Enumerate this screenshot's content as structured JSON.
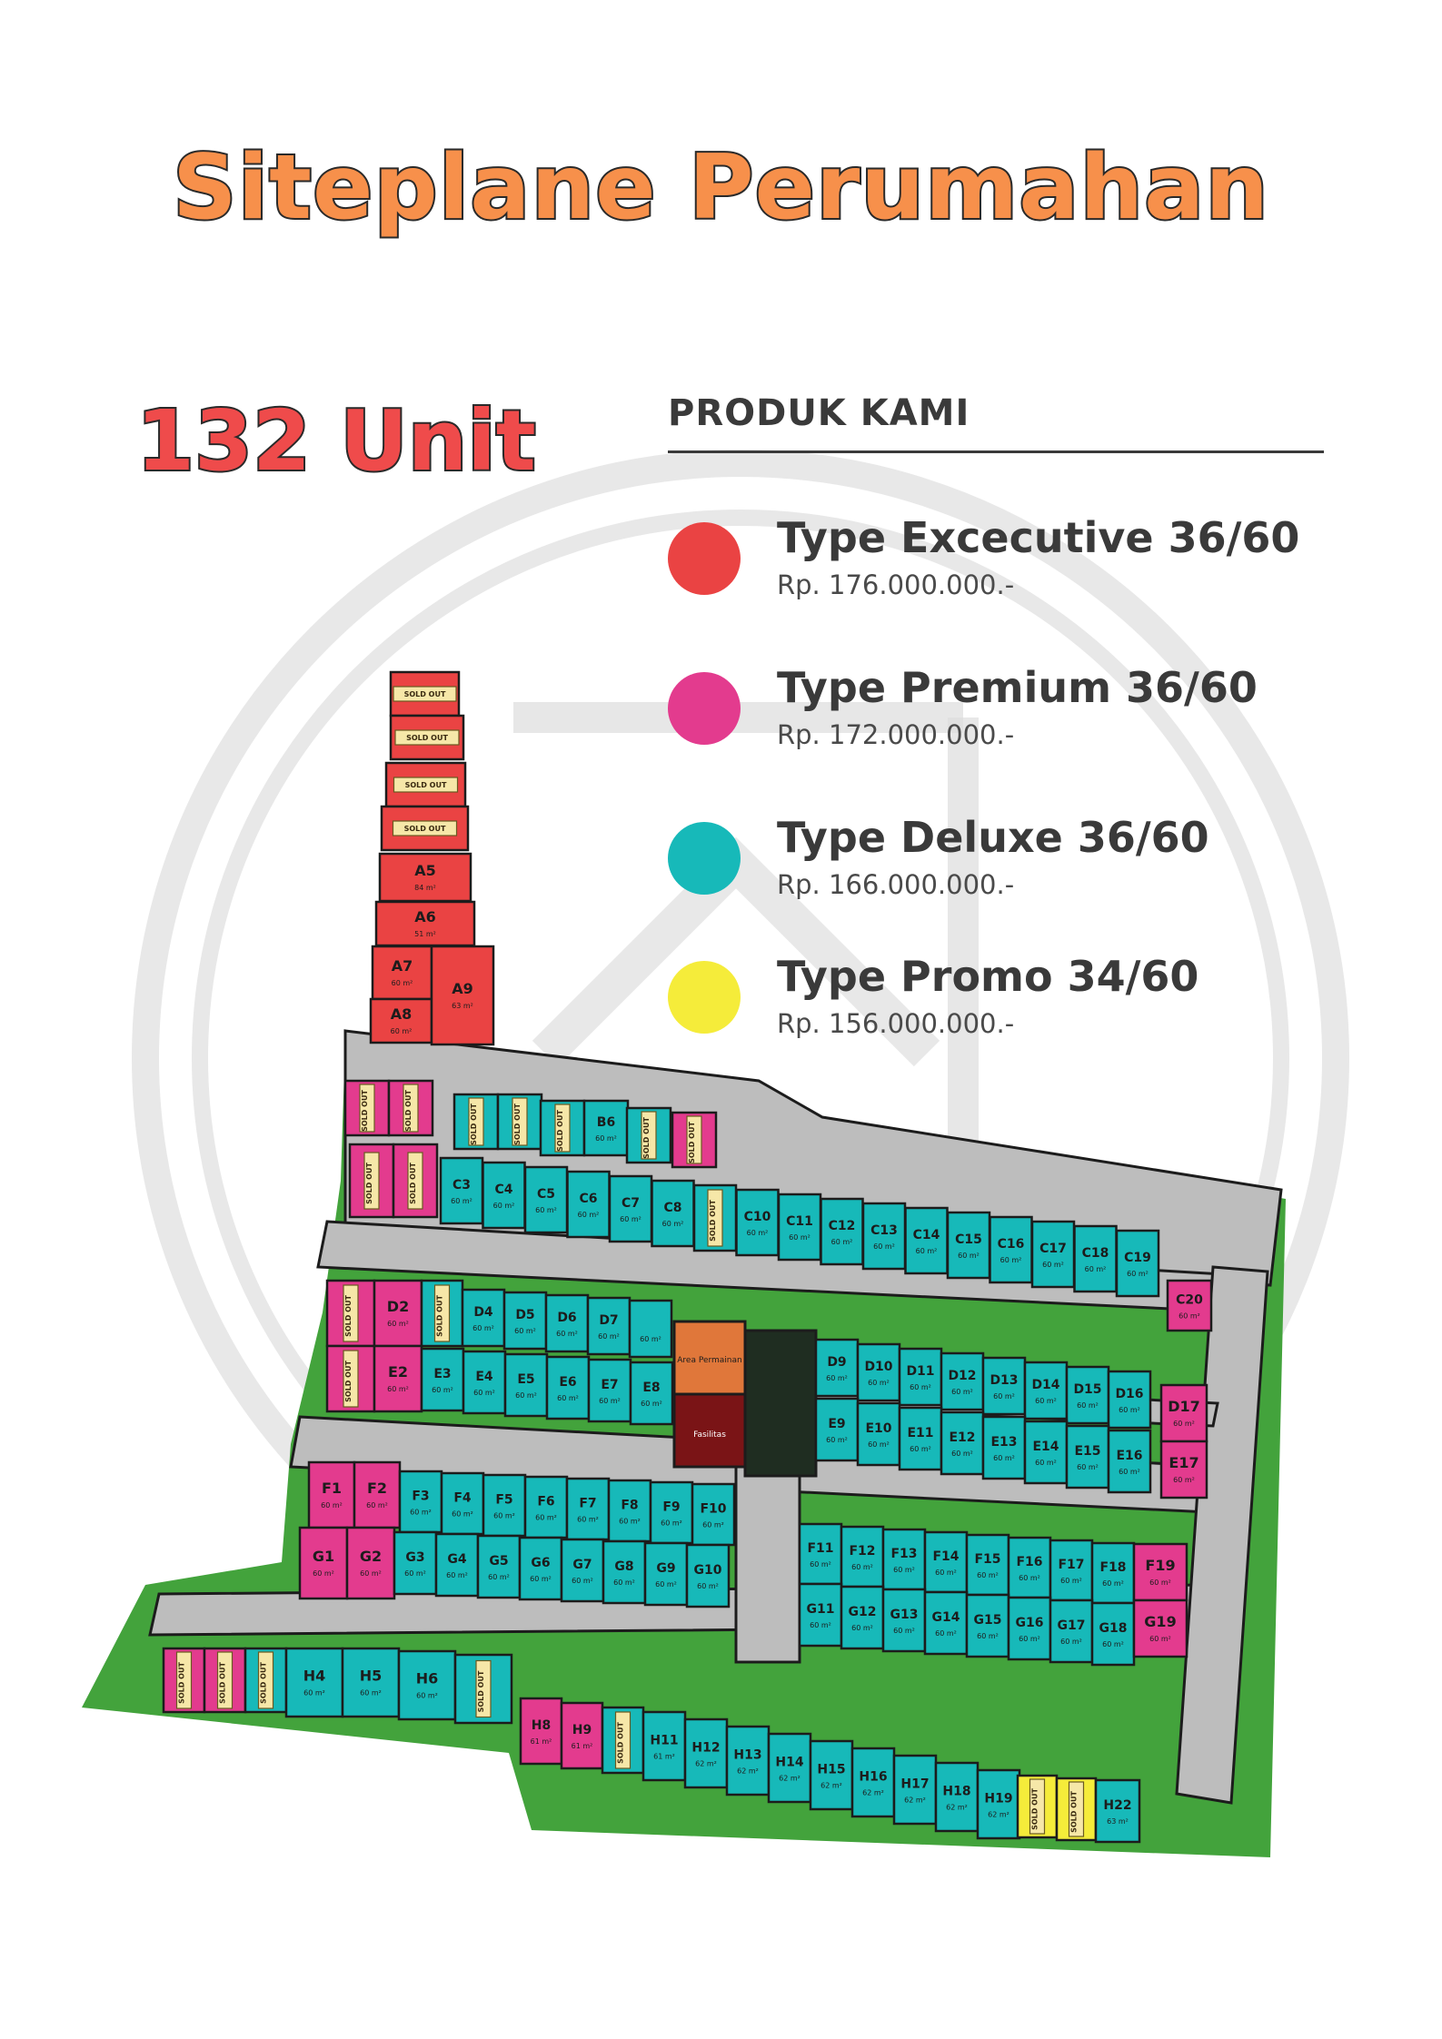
{
  "header": {
    "title": "Siteplane Perumahan",
    "unit_count": "132 Unit"
  },
  "legend": {
    "heading": "PRODUK KAMI",
    "items": [
      {
        "name": "Type Excecutive 36/60",
        "price": "Rp. 176.000.000.-",
        "color": "#ea4343"
      },
      {
        "name": "Type Premium 36/60",
        "price": "Rp. 172.000.000.-",
        "color": "#e33b8e"
      },
      {
        "name": "Type Deluxe 36/60",
        "price": "Rp. 166.000.000.-",
        "color": "#17b9b9"
      },
      {
        "name": "Type Promo 34/60",
        "price": "Rp. 156.000.000.-",
        "color": "#f5ec3a"
      }
    ]
  },
  "map": {
    "sold_label": "SOLD OUT",
    "facilities": {
      "area_a": "Area Permainan",
      "area_b": "Fasilitas"
    },
    "colors": {
      "executive": "#ea4343",
      "premium": "#e33b8e",
      "deluxe": "#17b9b9",
      "promo": "#f5ec3a",
      "road": "#bdbdbd",
      "green": "#43a33c",
      "dark": "#1f2d21",
      "orange": "#e0773a",
      "maroon": "#7a1416"
    },
    "lots": [
      {
        "id": "A1",
        "size": "",
        "type": "executive",
        "sold": true
      },
      {
        "id": "A2",
        "size": "",
        "type": "executive",
        "sold": true
      },
      {
        "id": "A3",
        "size": "",
        "type": "executive",
        "sold": true
      },
      {
        "id": "A4",
        "size": "",
        "type": "executive",
        "sold": true
      },
      {
        "id": "A5",
        "size": "84 m²",
        "type": "executive",
        "sold": false
      },
      {
        "id": "A6",
        "size": "51 m²",
        "type": "executive",
        "sold": false
      },
      {
        "id": "A7",
        "size": "60 m²",
        "type": "executive",
        "sold": false
      },
      {
        "id": "A8",
        "size": "60 m²",
        "type": "executive",
        "sold": false
      },
      {
        "id": "A9",
        "size": "63 m²",
        "type": "executive",
        "sold": false
      },
      {
        "id": "",
        "size": "",
        "type": "premium",
        "sold": true
      },
      {
        "id": "",
        "size": "",
        "type": "premium",
        "sold": true
      },
      {
        "id": "",
        "size": "",
        "type": "deluxe",
        "sold": true
      },
      {
        "id": "",
        "size": "",
        "type": "deluxe",
        "sold": true
      },
      {
        "id": "",
        "size": "",
        "type": "deluxe",
        "sold": true
      },
      {
        "id": "B6",
        "size": "60 m²",
        "type": "deluxe",
        "sold": false
      },
      {
        "id": "",
        "size": "",
        "type": "deluxe",
        "sold": true
      },
      {
        "id": "",
        "size": "",
        "type": "premium",
        "sold": true
      },
      {
        "id": "",
        "size": "",
        "type": "premium",
        "sold": true
      },
      {
        "id": "",
        "size": "",
        "type": "premium",
        "sold": true
      },
      {
        "id": "C3",
        "size": "60 m²",
        "type": "deluxe",
        "sold": false
      },
      {
        "id": "C4",
        "size": "60 m²",
        "type": "deluxe",
        "sold": false
      },
      {
        "id": "C5",
        "size": "60 m²",
        "type": "deluxe",
        "sold": false
      },
      {
        "id": "C6",
        "size": "60 m²",
        "type": "deluxe",
        "sold": false
      },
      {
        "id": "C7",
        "size": "60 m²",
        "type": "deluxe",
        "sold": false
      },
      {
        "id": "C8",
        "size": "60 m²",
        "type": "deluxe",
        "sold": false
      },
      {
        "id": "",
        "size": "",
        "type": "deluxe",
        "sold": true
      },
      {
        "id": "C10",
        "size": "60 m²",
        "type": "deluxe",
        "sold": false
      },
      {
        "id": "C11",
        "size": "60 m²",
        "type": "deluxe",
        "sold": false
      },
      {
        "id": "C12",
        "size": "60 m²",
        "type": "deluxe",
        "sold": false
      },
      {
        "id": "C13",
        "size": "60 m²",
        "type": "deluxe",
        "sold": false
      },
      {
        "id": "C14",
        "size": "60 m²",
        "type": "deluxe",
        "sold": false
      },
      {
        "id": "C15",
        "size": "60 m²",
        "type": "deluxe",
        "sold": false
      },
      {
        "id": "C16",
        "size": "60 m²",
        "type": "deluxe",
        "sold": false
      },
      {
        "id": "C17",
        "size": "60 m²",
        "type": "deluxe",
        "sold": false
      },
      {
        "id": "C18",
        "size": "60 m²",
        "type": "deluxe",
        "sold": false
      },
      {
        "id": "C19",
        "size": "60 m²",
        "type": "deluxe",
        "sold": false
      },
      {
        "id": "C20",
        "size": "60 m²",
        "type": "premium",
        "sold": false
      },
      {
        "id": "",
        "size": "",
        "type": "premium",
        "sold": true
      },
      {
        "id": "D2",
        "size": "60 m²",
        "type": "premium",
        "sold": false
      },
      {
        "id": "",
        "size": "",
        "type": "deluxe",
        "sold": true
      },
      {
        "id": "D4",
        "size": "60 m²",
        "type": "deluxe",
        "sold": false
      },
      {
        "id": "D5",
        "size": "60 m²",
        "type": "deluxe",
        "sold": false
      },
      {
        "id": "D6",
        "size": "60 m²",
        "type": "deluxe",
        "sold": false
      },
      {
        "id": "D7",
        "size": "60 m²",
        "type": "deluxe",
        "sold": false
      },
      {
        "id": "",
        "size": "60 m²",
        "type": "deluxe",
        "sold": false
      },
      {
        "id": "D9",
        "size": "60 m²",
        "type": "deluxe",
        "sold": false
      },
      {
        "id": "D10",
        "size": "60 m²",
        "type": "deluxe",
        "sold": false
      },
      {
        "id": "D11",
        "size": "60 m²",
        "type": "deluxe",
        "sold": false
      },
      {
        "id": "D12",
        "size": "60 m²",
        "type": "deluxe",
        "sold": false
      },
      {
        "id": "D13",
        "size": "60 m²",
        "type": "deluxe",
        "sold": false
      },
      {
        "id": "D14",
        "size": "60 m²",
        "type": "deluxe",
        "sold": false
      },
      {
        "id": "D15",
        "size": "60 m²",
        "type": "deluxe",
        "sold": false
      },
      {
        "id": "D16",
        "size": "60 m²",
        "type": "deluxe",
        "sold": false
      },
      {
        "id": "D17",
        "size": "60 m²",
        "type": "premium",
        "sold": false
      },
      {
        "id": "",
        "size": "",
        "type": "premium",
        "sold": true
      },
      {
        "id": "E2",
        "size": "60 m²",
        "type": "premium",
        "sold": false
      },
      {
        "id": "E3",
        "size": "60 m²",
        "type": "deluxe",
        "sold": false
      },
      {
        "id": "E4",
        "size": "60 m²",
        "type": "deluxe",
        "sold": false
      },
      {
        "id": "E5",
        "size": "60 m²",
        "type": "deluxe",
        "sold": false
      },
      {
        "id": "E6",
        "size": "60 m²",
        "type": "deluxe",
        "sold": false
      },
      {
        "id": "E7",
        "size": "60 m²",
        "type": "deluxe",
        "sold": false
      },
      {
        "id": "E8",
        "size": "60 m²",
        "type": "deluxe",
        "sold": false
      },
      {
        "id": "E9",
        "size": "60 m²",
        "type": "deluxe",
        "sold": false
      },
      {
        "id": "E10",
        "size": "60 m²",
        "type": "deluxe",
        "sold": false
      },
      {
        "id": "E11",
        "size": "60 m²",
        "type": "deluxe",
        "sold": false
      },
      {
        "id": "E12",
        "size": "60 m²",
        "type": "deluxe",
        "sold": false
      },
      {
        "id": "E13",
        "size": "60 m²",
        "type": "deluxe",
        "sold": false
      },
      {
        "id": "E14",
        "size": "60 m²",
        "type": "deluxe",
        "sold": false
      },
      {
        "id": "E15",
        "size": "60 m²",
        "type": "deluxe",
        "sold": false
      },
      {
        "id": "E16",
        "size": "60 m²",
        "type": "deluxe",
        "sold": false
      },
      {
        "id": "E17",
        "size": "60 m²",
        "type": "premium",
        "sold": false
      },
      {
        "id": "F1",
        "size": "60 m²",
        "type": "premium",
        "sold": false
      },
      {
        "id": "F2",
        "size": "60 m²",
        "type": "premium",
        "sold": false
      },
      {
        "id": "F3",
        "size": "60 m²",
        "type": "deluxe",
        "sold": false
      },
      {
        "id": "F4",
        "size": "60 m²",
        "type": "deluxe",
        "sold": false
      },
      {
        "id": "F5",
        "size": "60 m²",
        "type": "deluxe",
        "sold": false
      },
      {
        "id": "F6",
        "size": "60 m²",
        "type": "deluxe",
        "sold": false
      },
      {
        "id": "F7",
        "size": "60 m²",
        "type": "deluxe",
        "sold": false
      },
      {
        "id": "F8",
        "size": "60 m²",
        "type": "deluxe",
        "sold": false
      },
      {
        "id": "F9",
        "size": "60 m²",
        "type": "deluxe",
        "sold": false
      },
      {
        "id": "F10",
        "size": "60 m²",
        "type": "deluxe",
        "sold": false
      },
      {
        "id": "F11",
        "size": "60 m²",
        "type": "deluxe",
        "sold": false
      },
      {
        "id": "F12",
        "size": "60 m²",
        "type": "deluxe",
        "sold": false
      },
      {
        "id": "F13",
        "size": "60 m²",
        "type": "deluxe",
        "sold": false
      },
      {
        "id": "F14",
        "size": "60 m²",
        "type": "deluxe",
        "sold": false
      },
      {
        "id": "F15",
        "size": "60 m²",
        "type": "deluxe",
        "sold": false
      },
      {
        "id": "F16",
        "size": "60 m²",
        "type": "deluxe",
        "sold": false
      },
      {
        "id": "F17",
        "size": "60 m²",
        "type": "deluxe",
        "sold": false
      },
      {
        "id": "F18",
        "size": "60 m²",
        "type": "deluxe",
        "sold": false
      },
      {
        "id": "F19",
        "size": "60 m²",
        "type": "premium",
        "sold": false
      },
      {
        "id": "G1",
        "size": "60 m²",
        "type": "premium",
        "sold": false
      },
      {
        "id": "G2",
        "size": "60 m²",
        "type": "premium",
        "sold": false
      },
      {
        "id": "G3",
        "size": "60 m²",
        "type": "deluxe",
        "sold": false
      },
      {
        "id": "G4",
        "size": "60 m²",
        "type": "deluxe",
        "sold": false
      },
      {
        "id": "G5",
        "size": "60 m²",
        "type": "deluxe",
        "sold": false
      },
      {
        "id": "G6",
        "size": "60 m²",
        "type": "deluxe",
        "sold": false
      },
      {
        "id": "G7",
        "size": "60 m²",
        "type": "deluxe",
        "sold": false
      },
      {
        "id": "G8",
        "size": "60 m²",
        "type": "deluxe",
        "sold": false
      },
      {
        "id": "G9",
        "size": "60 m²",
        "type": "deluxe",
        "sold": false
      },
      {
        "id": "G10",
        "size": "60 m²",
        "type": "deluxe",
        "sold": false
      },
      {
        "id": "G11",
        "size": "60 m²",
        "type": "deluxe",
        "sold": false
      },
      {
        "id": "G12",
        "size": "60 m²",
        "type": "deluxe",
        "sold": false
      },
      {
        "id": "G13",
        "size": "60 m²",
        "type": "deluxe",
        "sold": false
      },
      {
        "id": "G14",
        "size": "60 m²",
        "type": "deluxe",
        "sold": false
      },
      {
        "id": "G15",
        "size": "60 m²",
        "type": "deluxe",
        "sold": false
      },
      {
        "id": "G16",
        "size": "60 m²",
        "type": "deluxe",
        "sold": false
      },
      {
        "id": "G17",
        "size": "60 m²",
        "type": "deluxe",
        "sold": false
      },
      {
        "id": "G18",
        "size": "60 m²",
        "type": "deluxe",
        "sold": false
      },
      {
        "id": "G19",
        "size": "60 m²",
        "type": "premium",
        "sold": false
      },
      {
        "id": "",
        "size": "",
        "type": "premium",
        "sold": true
      },
      {
        "id": "",
        "size": "",
        "type": "premium",
        "sold": true
      },
      {
        "id": "",
        "size": "",
        "type": "deluxe",
        "sold": true
      },
      {
        "id": "H4",
        "size": "60 m²",
        "type": "deluxe",
        "sold": false
      },
      {
        "id": "H5",
        "size": "60 m²",
        "type": "deluxe",
        "sold": false
      },
      {
        "id": "H6",
        "size": "60 m²",
        "type": "deluxe",
        "sold": false
      },
      {
        "id": "",
        "size": "",
        "type": "deluxe",
        "sold": true
      },
      {
        "id": "H8",
        "size": "61 m²",
        "type": "premium",
        "sold": false
      },
      {
        "id": "H9",
        "size": "61 m²",
        "type": "premium",
        "sold": false
      },
      {
        "id": "",
        "size": "",
        "type": "deluxe",
        "sold": true
      },
      {
        "id": "H11",
        "size": "61 m²",
        "type": "deluxe",
        "sold": false
      },
      {
        "id": "H12",
        "size": "62 m²",
        "type": "deluxe",
        "sold": false
      },
      {
        "id": "H13",
        "size": "62 m²",
        "type": "deluxe",
        "sold": false
      },
      {
        "id": "H14",
        "size": "62 m²",
        "type": "deluxe",
        "sold": false
      },
      {
        "id": "H15",
        "size": "62 m²",
        "type": "deluxe",
        "sold": false
      },
      {
        "id": "H16",
        "size": "62 m²",
        "type": "deluxe",
        "sold": false
      },
      {
        "id": "H17",
        "size": "62 m²",
        "type": "deluxe",
        "sold": false
      },
      {
        "id": "H18",
        "size": "62 m²",
        "type": "deluxe",
        "sold": false
      },
      {
        "id": "H19",
        "size": "62 m²",
        "type": "deluxe",
        "sold": false
      },
      {
        "id": "",
        "size": "",
        "type": "promo",
        "sold": true
      },
      {
        "id": "",
        "size": "",
        "type": "promo",
        "sold": true
      },
      {
        "id": "H22",
        "size": "63 m²",
        "type": "deluxe",
        "sold": false
      }
    ]
  }
}
